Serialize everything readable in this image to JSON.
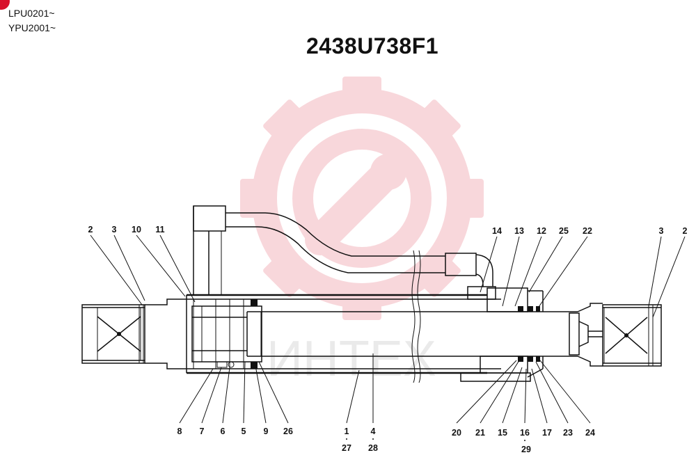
{
  "header": {
    "serial_line_1": "LPU0201~",
    "serial_line_2": "YPU2001~"
  },
  "title": "2438U738F1",
  "watermark": {
    "text": "ИНТЕХ",
    "color": "#f4b8bf"
  },
  "badge_color": "#d8102a",
  "callouts_top": [
    "2",
    "3",
    "10",
    "11",
    "14",
    "13",
    "12",
    "25",
    "22",
    "3",
    "2"
  ],
  "callouts_bottom_row1": [
    "8",
    "7",
    "6",
    "5",
    "9",
    "26",
    "1",
    "4",
    "20",
    "21",
    "15",
    "16",
    "17",
    "23",
    "24"
  ],
  "callouts_bottom_row2": [
    "27",
    "28",
    "29"
  ]
}
